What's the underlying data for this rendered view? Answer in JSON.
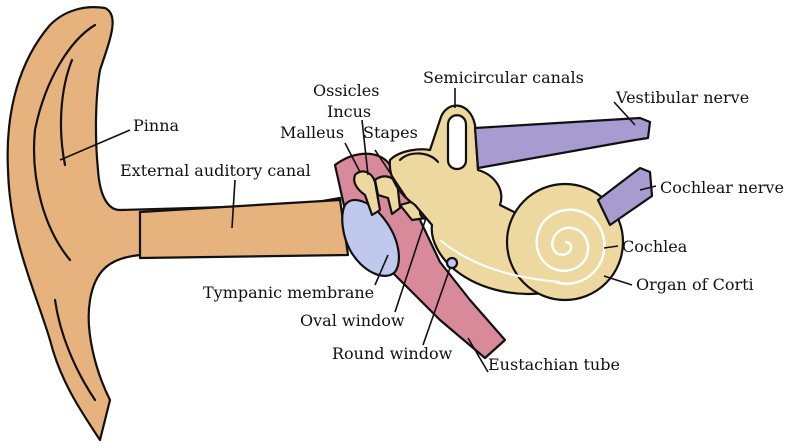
{
  "labels": {
    "pinna": "Pinna",
    "external_auditory_canal": "External auditory canal",
    "ossicles": "Ossicles",
    "incus": "Incus",
    "malleus": "Malleus",
    "stapes": "Stapes",
    "semicircular_canals": "Semicircular canals",
    "vestibular_nerve": "Vestibular nerve",
    "cochlear_nerve": "Cochlear nerve",
    "cochlea": "Cochlea",
    "organ_of_corti": "Organ of Corti",
    "tympanic_membrane": "Tympanic membrane",
    "oval_window": "Oval window",
    "round_window": "Round window",
    "eustachian_tube": "Eustachian tube"
  },
  "colors": {
    "outer_ear": "#E6B27E",
    "inner_ear": "#EDD9A0",
    "middle_ear": "#D98A9A",
    "nerves": "#A89BD0",
    "tympanic_membrane": "#BFC9EE",
    "outline": "#111111"
  }
}
